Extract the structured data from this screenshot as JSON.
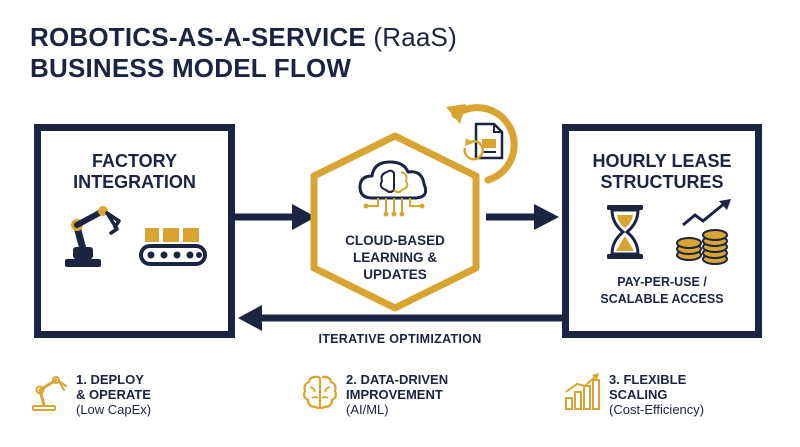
{
  "title": {
    "line1_main": "ROBOTICS-AS-A-SERVICE ",
    "line1_suffix": "(RaaS)",
    "line2": "BUSINESS MODEL FLOW"
  },
  "left_box": {
    "title_line1": "FACTORY",
    "title_line2": "INTEGRATION",
    "icons": [
      "robot-arm-icon",
      "conveyor-belt-icon"
    ]
  },
  "center": {
    "label_line1": "CLOUD-BASED",
    "label_line2": "LEARNING &",
    "label_line3": "UPDATES",
    "icons": [
      "cloud-brain-icon",
      "document-update-icon",
      "cycle-arrow-icon"
    ]
  },
  "right_box": {
    "title_line1": "HOURLY LEASE",
    "title_line2": "STRUCTURES",
    "sub_line1": "PAY-PER-USE /",
    "sub_line2": "SCALABLE ACCESS",
    "icons": [
      "hourglass-icon",
      "coins-growth-icon"
    ]
  },
  "flow_label": "ITERATIVE OPTIMIZATION",
  "steps": [
    {
      "title_line1": "1. DEPLOY",
      "title_line2": "& OPERATE",
      "sub": "(Low CapEx)",
      "icon": "robot-arm-icon"
    },
    {
      "title_line1": "2. DATA-DRIVEN",
      "title_line2": "IMPROVEMENT",
      "sub": "(AI/ML)",
      "icon": "brain-icon"
    },
    {
      "title_line1": "3. FLEXIBLE",
      "title_line2": "SCALING",
      "sub": "(Cost-Efficiency)",
      "icon": "growth-chart-icon"
    }
  ],
  "colors": {
    "navy": "#1b2440",
    "gold": "#d9a432"
  }
}
